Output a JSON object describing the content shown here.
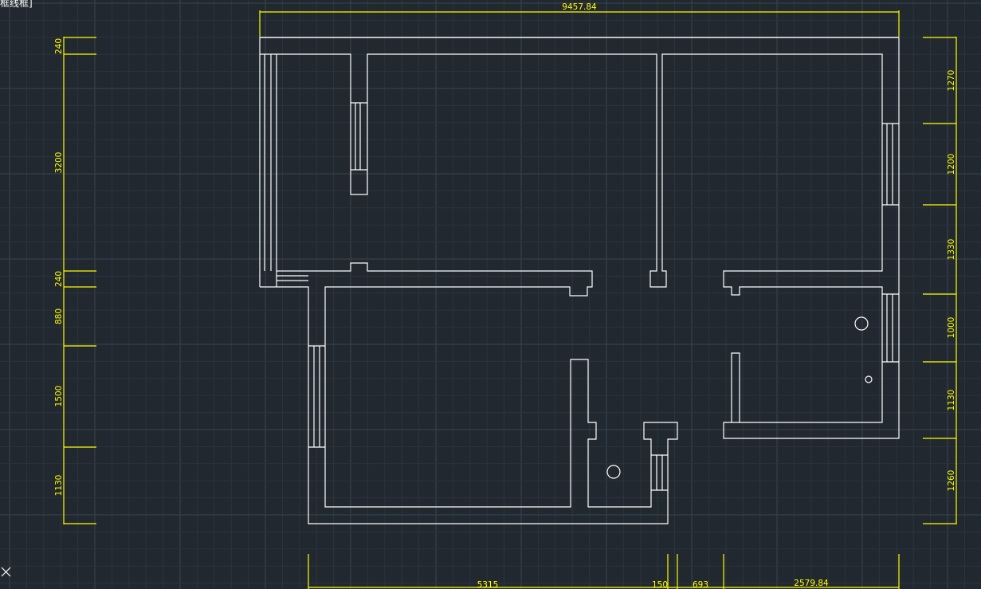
{
  "viewport": {
    "label": "框线框]"
  },
  "dimensions": {
    "top_total": "9457.84",
    "left": [
      "240",
      "3200",
      "240",
      "880",
      "1500",
      "1130"
    ],
    "right": [
      "1270",
      "1200",
      "1330",
      "1000",
      "1130",
      "1260"
    ],
    "bottom": [
      "5315",
      "150",
      "693",
      "2579.84"
    ]
  },
  "colors": {
    "background": "#212830",
    "grid_minor": "#2b333d",
    "grid_major": "#3a4350",
    "walls": "#ffffff",
    "dimensions": "#ffff00"
  },
  "icons": {
    "ucs": "close-icon"
  }
}
